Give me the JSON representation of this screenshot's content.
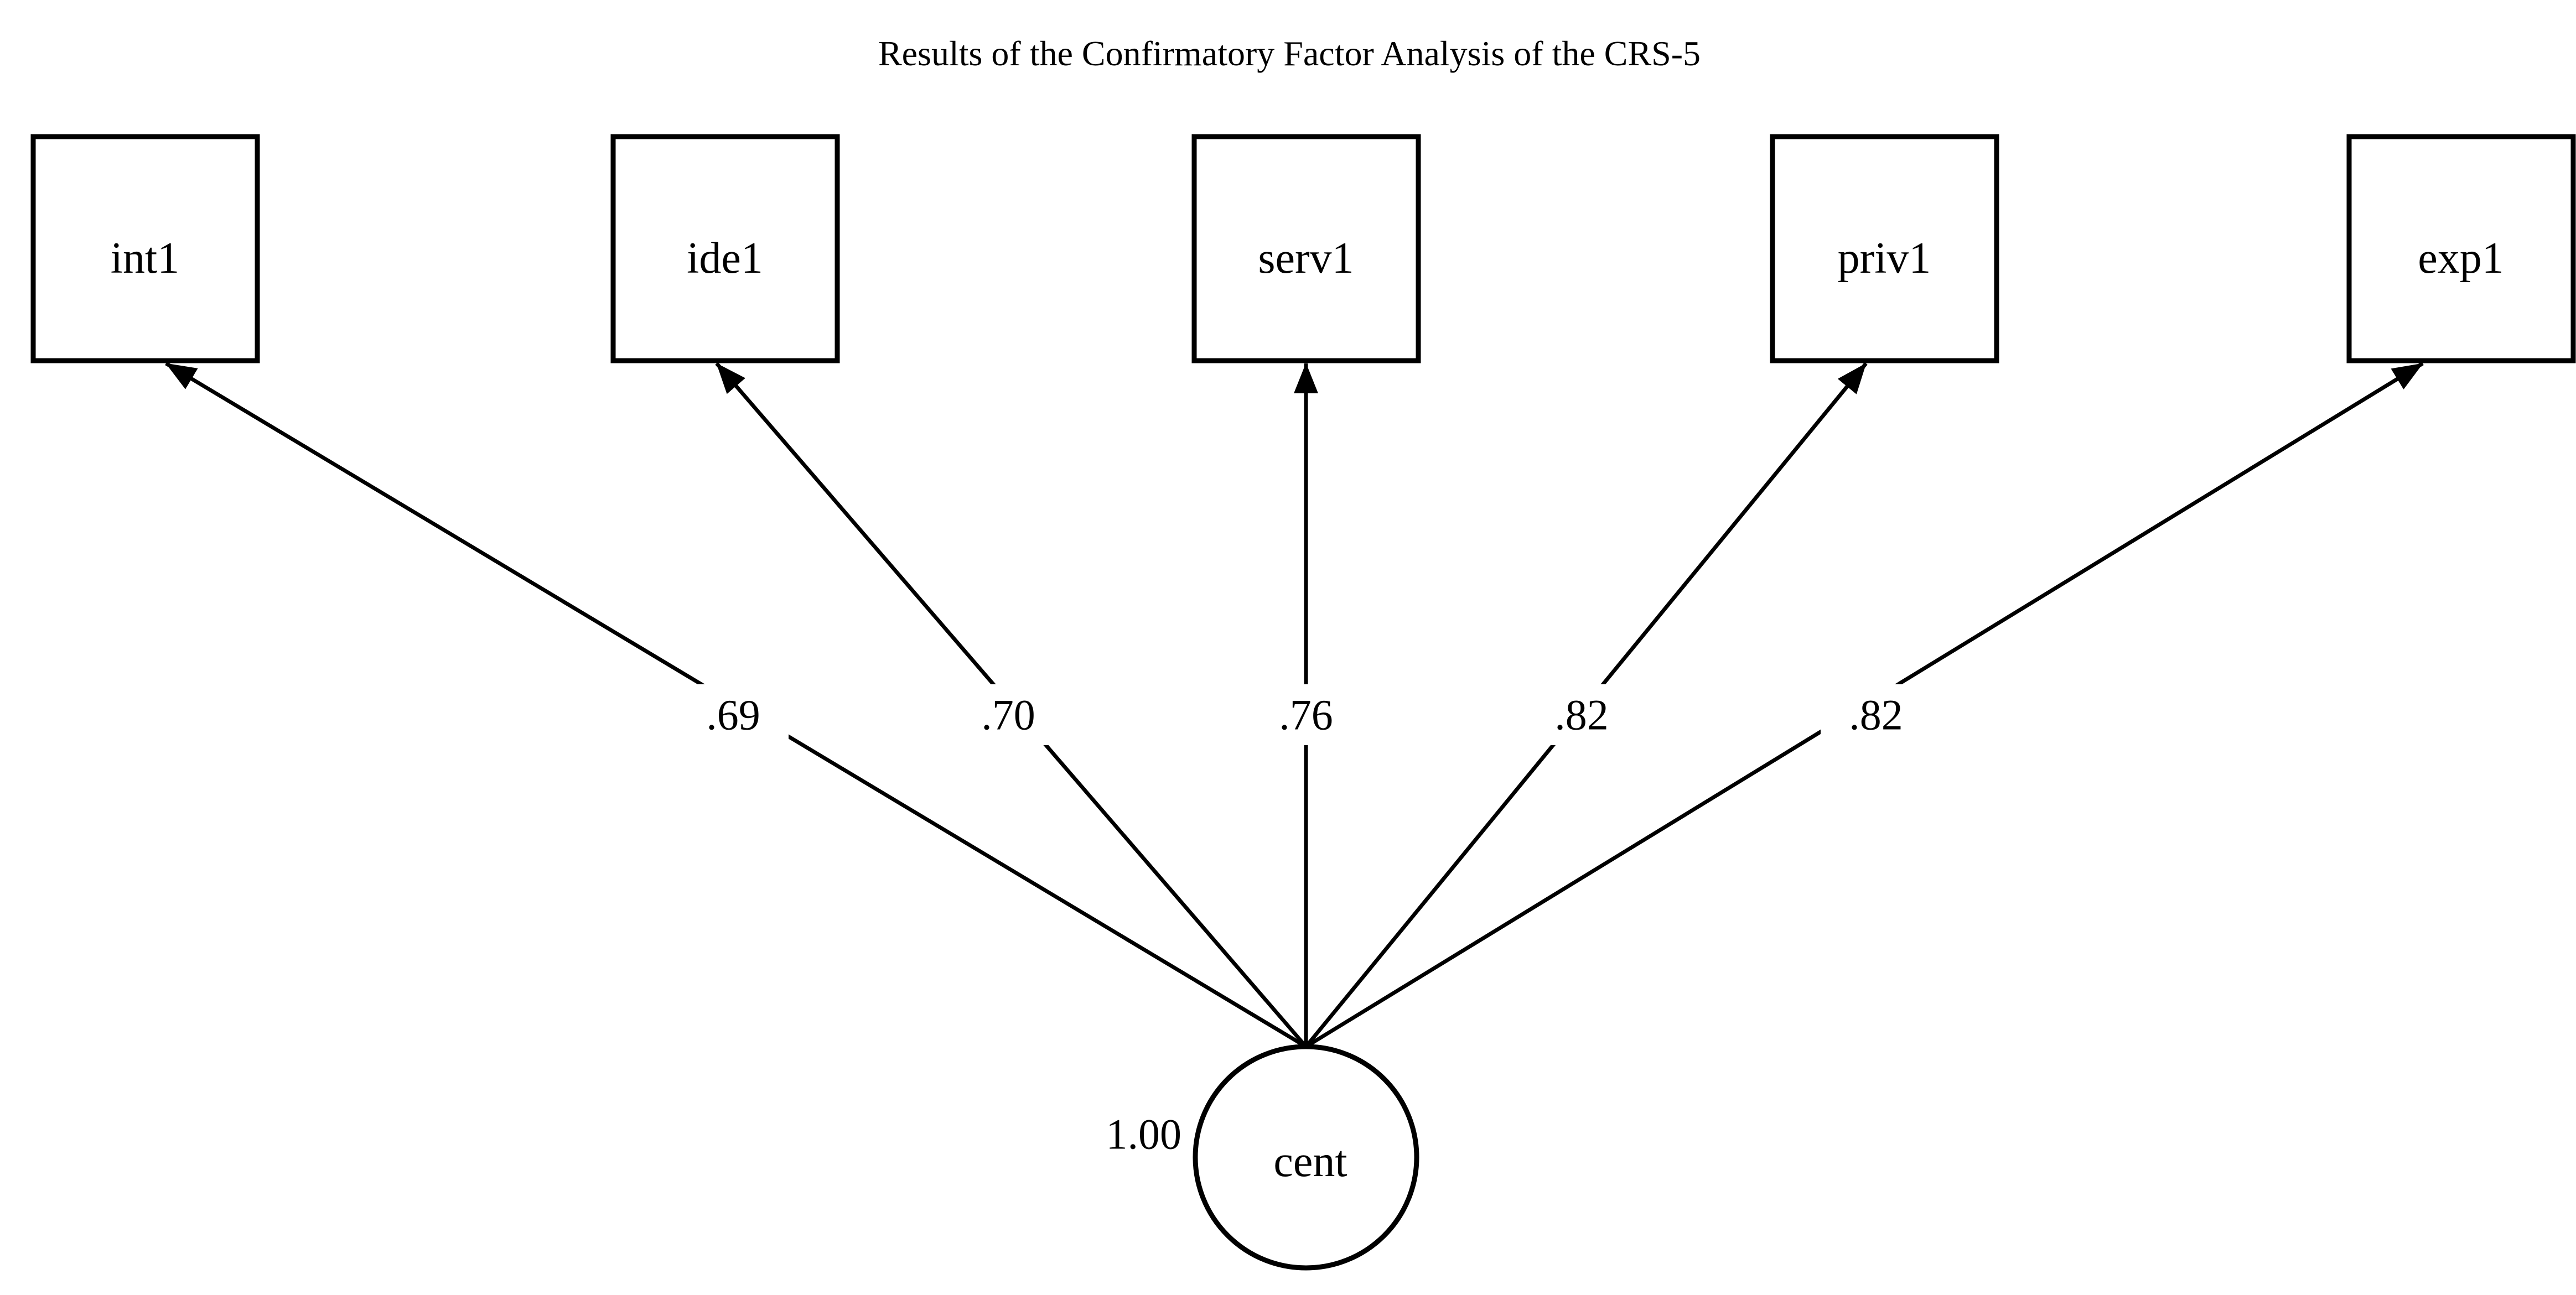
{
  "title": "Results of the Confirmatory Factor Analysis of the CRS-5",
  "diagram": {
    "type": "confirmatory-factor-analysis-path-diagram",
    "latent": {
      "label": "cent",
      "variance": "1.00",
      "shape": "circle"
    },
    "indicators": [
      {
        "label": "int1",
        "loading": ".69",
        "shape": "square"
      },
      {
        "label": "ide1",
        "loading": ".70",
        "shape": "square"
      },
      {
        "label": "serv1",
        "loading": ".76",
        "shape": "square"
      },
      {
        "label": "priv1",
        "loading": ".82",
        "shape": "square"
      },
      {
        "label": "exp1",
        "loading": ".82",
        "shape": "square"
      }
    ],
    "arrows": "from latent circle (cent) upward to each indicator square",
    "colors": {
      "line": "#000000",
      "text": "#000000",
      "background": "#ffffff"
    }
  }
}
